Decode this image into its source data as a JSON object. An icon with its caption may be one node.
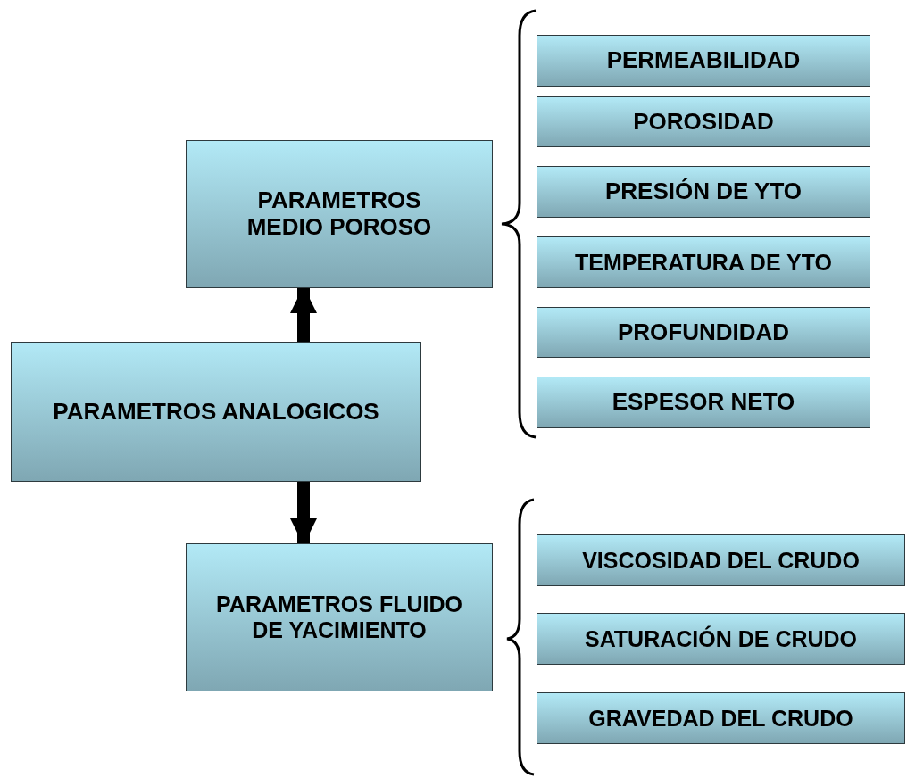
{
  "diagram": {
    "nodes": [
      {
        "text": [
          "PARAMETROS ANALOGICOS"
        ]
      },
      {
        "text": [
          "PARAMETROS MEDIO POROSO"
        ]
      },
      {
        "text": [
          "PARAMETROS FLUIDO DE YACIMIENTO"
        ]
      },
      {
        "text": [
          "PERMEABILIDAD"
        ]
      },
      {
        "text": [
          "POROSIDAD"
        ]
      },
      {
        "text": [
          "PRESIÓN DE YTO"
        ]
      },
      {
        "text": [
          "TEMPERATURA DE YTO"
        ]
      },
      {
        "text": [
          "PROFUNDIDAD"
        ]
      },
      {
        "text": [
          "ESPESOR NETO"
        ]
      },
      {
        "text": [
          "VISCOSIDAD DEL CRUDO"
        ]
      },
      {
        "text": [
          "SATURACIÓN DE CRUDO"
        ]
      },
      {
        "text": [
          "GRAVEDAD DEL CRUDO"
        ]
      }
    ],
    "edges": [
      {
        "from": 0,
        "to": 1,
        "arrow": "to"
      },
      {
        "from": 0,
        "to": 2,
        "arrow": "to"
      }
    ]
  }
}
